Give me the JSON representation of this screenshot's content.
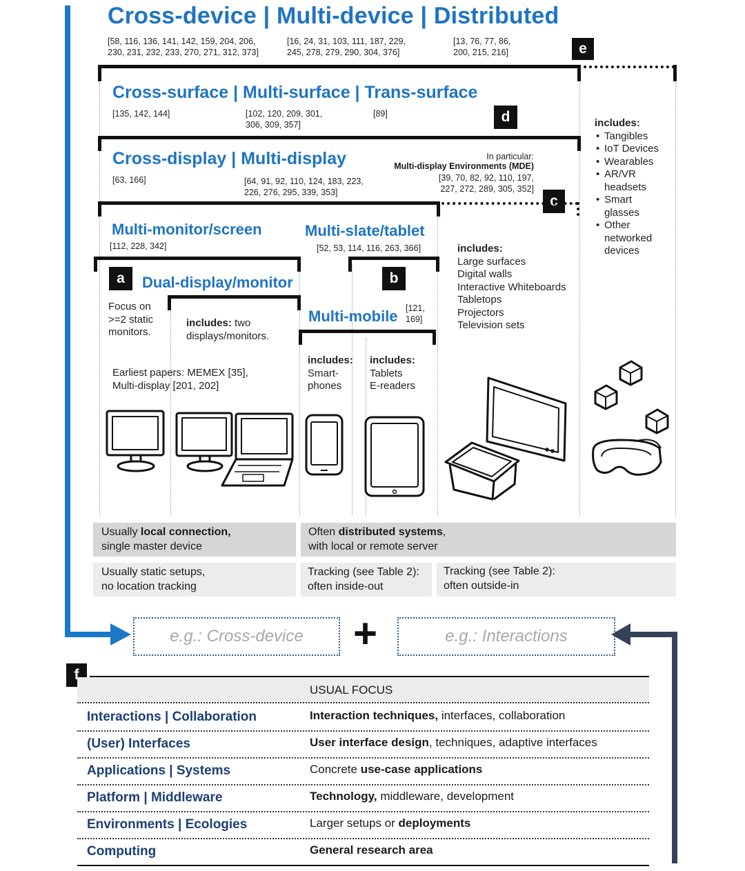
{
  "colors": {
    "blue": "#1f74c2",
    "navy": "#1d3f73",
    "arrow_blue": "#1a78c8",
    "arrow_dark": "#34425a"
  },
  "top": {
    "title": "Cross-device | Multi-device | Distributed",
    "refs_a": "[58, 116, 136, 141, 142, 159, 204, 206,\n230, 231, 232, 233, 270, 271, 312, 373]",
    "refs_b": "[16, 24, 31, 103, 111, 187, 229,\n245, 278, 279, 290, 304, 376]",
    "refs_c": "[13, 76, 77, 86,\n200, 215, 216]"
  },
  "badges": {
    "a": "a",
    "b": "b",
    "c": "c",
    "d": "d",
    "e": "e",
    "f": "f"
  },
  "surface": {
    "title": "Cross-surface | Multi-surface | Trans-surface",
    "refs_a": "[135, 142, 144]",
    "refs_b": "[102, 120, 209, 301,\n306, 309, 357]",
    "refs_c": "[89]"
  },
  "display": {
    "title": "Cross-display | Multi-display",
    "refs_a": "[63, 166]",
    "refs_b": "[64, 91, 92, 110, 124, 183, 223,\n226, 276, 295, 339, 353]",
    "mde_pre": "In particular:",
    "mde_title": "Multi-display Environments (MDE)",
    "mde_refs": "[39, 70, 82, 92, 110, 197,\n227, 272, 289, 305, 352]"
  },
  "right_col": {
    "includes_label": "includes:",
    "items": [
      "Tangibles",
      "IoT Devices",
      "Wearables",
      "AR/VR\nheadsets",
      "Smart\nglasses",
      "Other\nnetworked\ndevices"
    ]
  },
  "monitor": {
    "title": "Multi-monitor/screen",
    "refs": "[112, 228, 342]"
  },
  "slate": {
    "title": "Multi-slate/tablet",
    "refs": "[52, 53, 114, 116, 263, 366]"
  },
  "mde_col": {
    "includes_label": "includes:",
    "items": "Large surfaces\nDigital walls\nInteractive Whiteboards\nTabletops\nProjectors\nTelevision sets"
  },
  "dual": {
    "title": "Dual-display/monitor",
    "focus": "Focus on\n>=2 static\nmonitors.",
    "includes_label": "includes:",
    "includes_text": " two\ndisplays/monitors.",
    "earliest": "Earliest papers: MEMEX [35],\nMulti-display [201, 202]"
  },
  "mobile": {
    "title": "Multi-mobile",
    "refs": "[121,\n169]",
    "phones_label": "includes:",
    "phones": "Smart-\nphones",
    "tablets_label": "includes:",
    "tablets": "Tablets\nE-readers"
  },
  "notes": {
    "local_pre": "Usually ",
    "local_bold": "local connection,",
    "local_post": "single master device",
    "dist_pre": "Often ",
    "dist_bold": "distributed systems",
    "dist_post_comma": ",",
    "dist_post": "with local or remote server",
    "static": "Usually static setups,\nno location tracking",
    "track_in": "Tracking (see Table 2):\noften inside-out",
    "track_out": "Tracking (see Table 2):\noften outside-in"
  },
  "examples": {
    "left": "e.g.: Cross-device",
    "plus": "+",
    "right": "e.g.: Interactions"
  },
  "table": {
    "header": "USUAL FOCUS",
    "rows": [
      {
        "left": "Interactions | Collaboration",
        "right_bold": "Interaction techniques,",
        "right_rest": " interfaces, collaboration",
        "bold_first": true
      },
      {
        "left": "(User) Interfaces",
        "right_bold": "User interface design",
        "right_rest": ", techniques, adaptive interfaces",
        "bold_first": true
      },
      {
        "left": "Applications | Systems",
        "right_pre": "Concrete ",
        "right_bold": "use-case applications",
        "bold_first": false
      },
      {
        "left": "Platform | Middleware",
        "right_bold": "Technology,",
        "right_rest": " middleware, development",
        "bold_first": true
      },
      {
        "left": "Environments | Ecologies",
        "right_pre": "Larger setups or ",
        "right_bold": "deployments",
        "bold_first": false
      },
      {
        "left": "Computing",
        "right_bold": "General research area",
        "right_rest": "",
        "bold_first": true
      }
    ]
  }
}
